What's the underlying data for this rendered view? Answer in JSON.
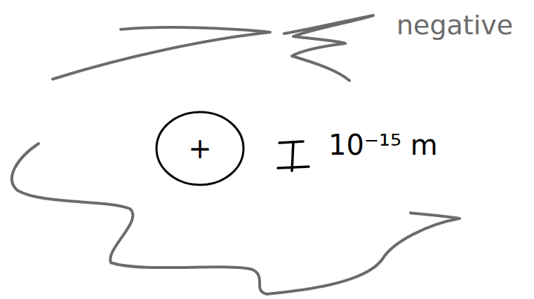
{
  "diagram": {
    "nodes": [
      {
        "text": [
          "+"
        ]
      }
    ],
    "labels": [
      "negative",
      "10⁻¹⁵ m"
    ]
  }
}
